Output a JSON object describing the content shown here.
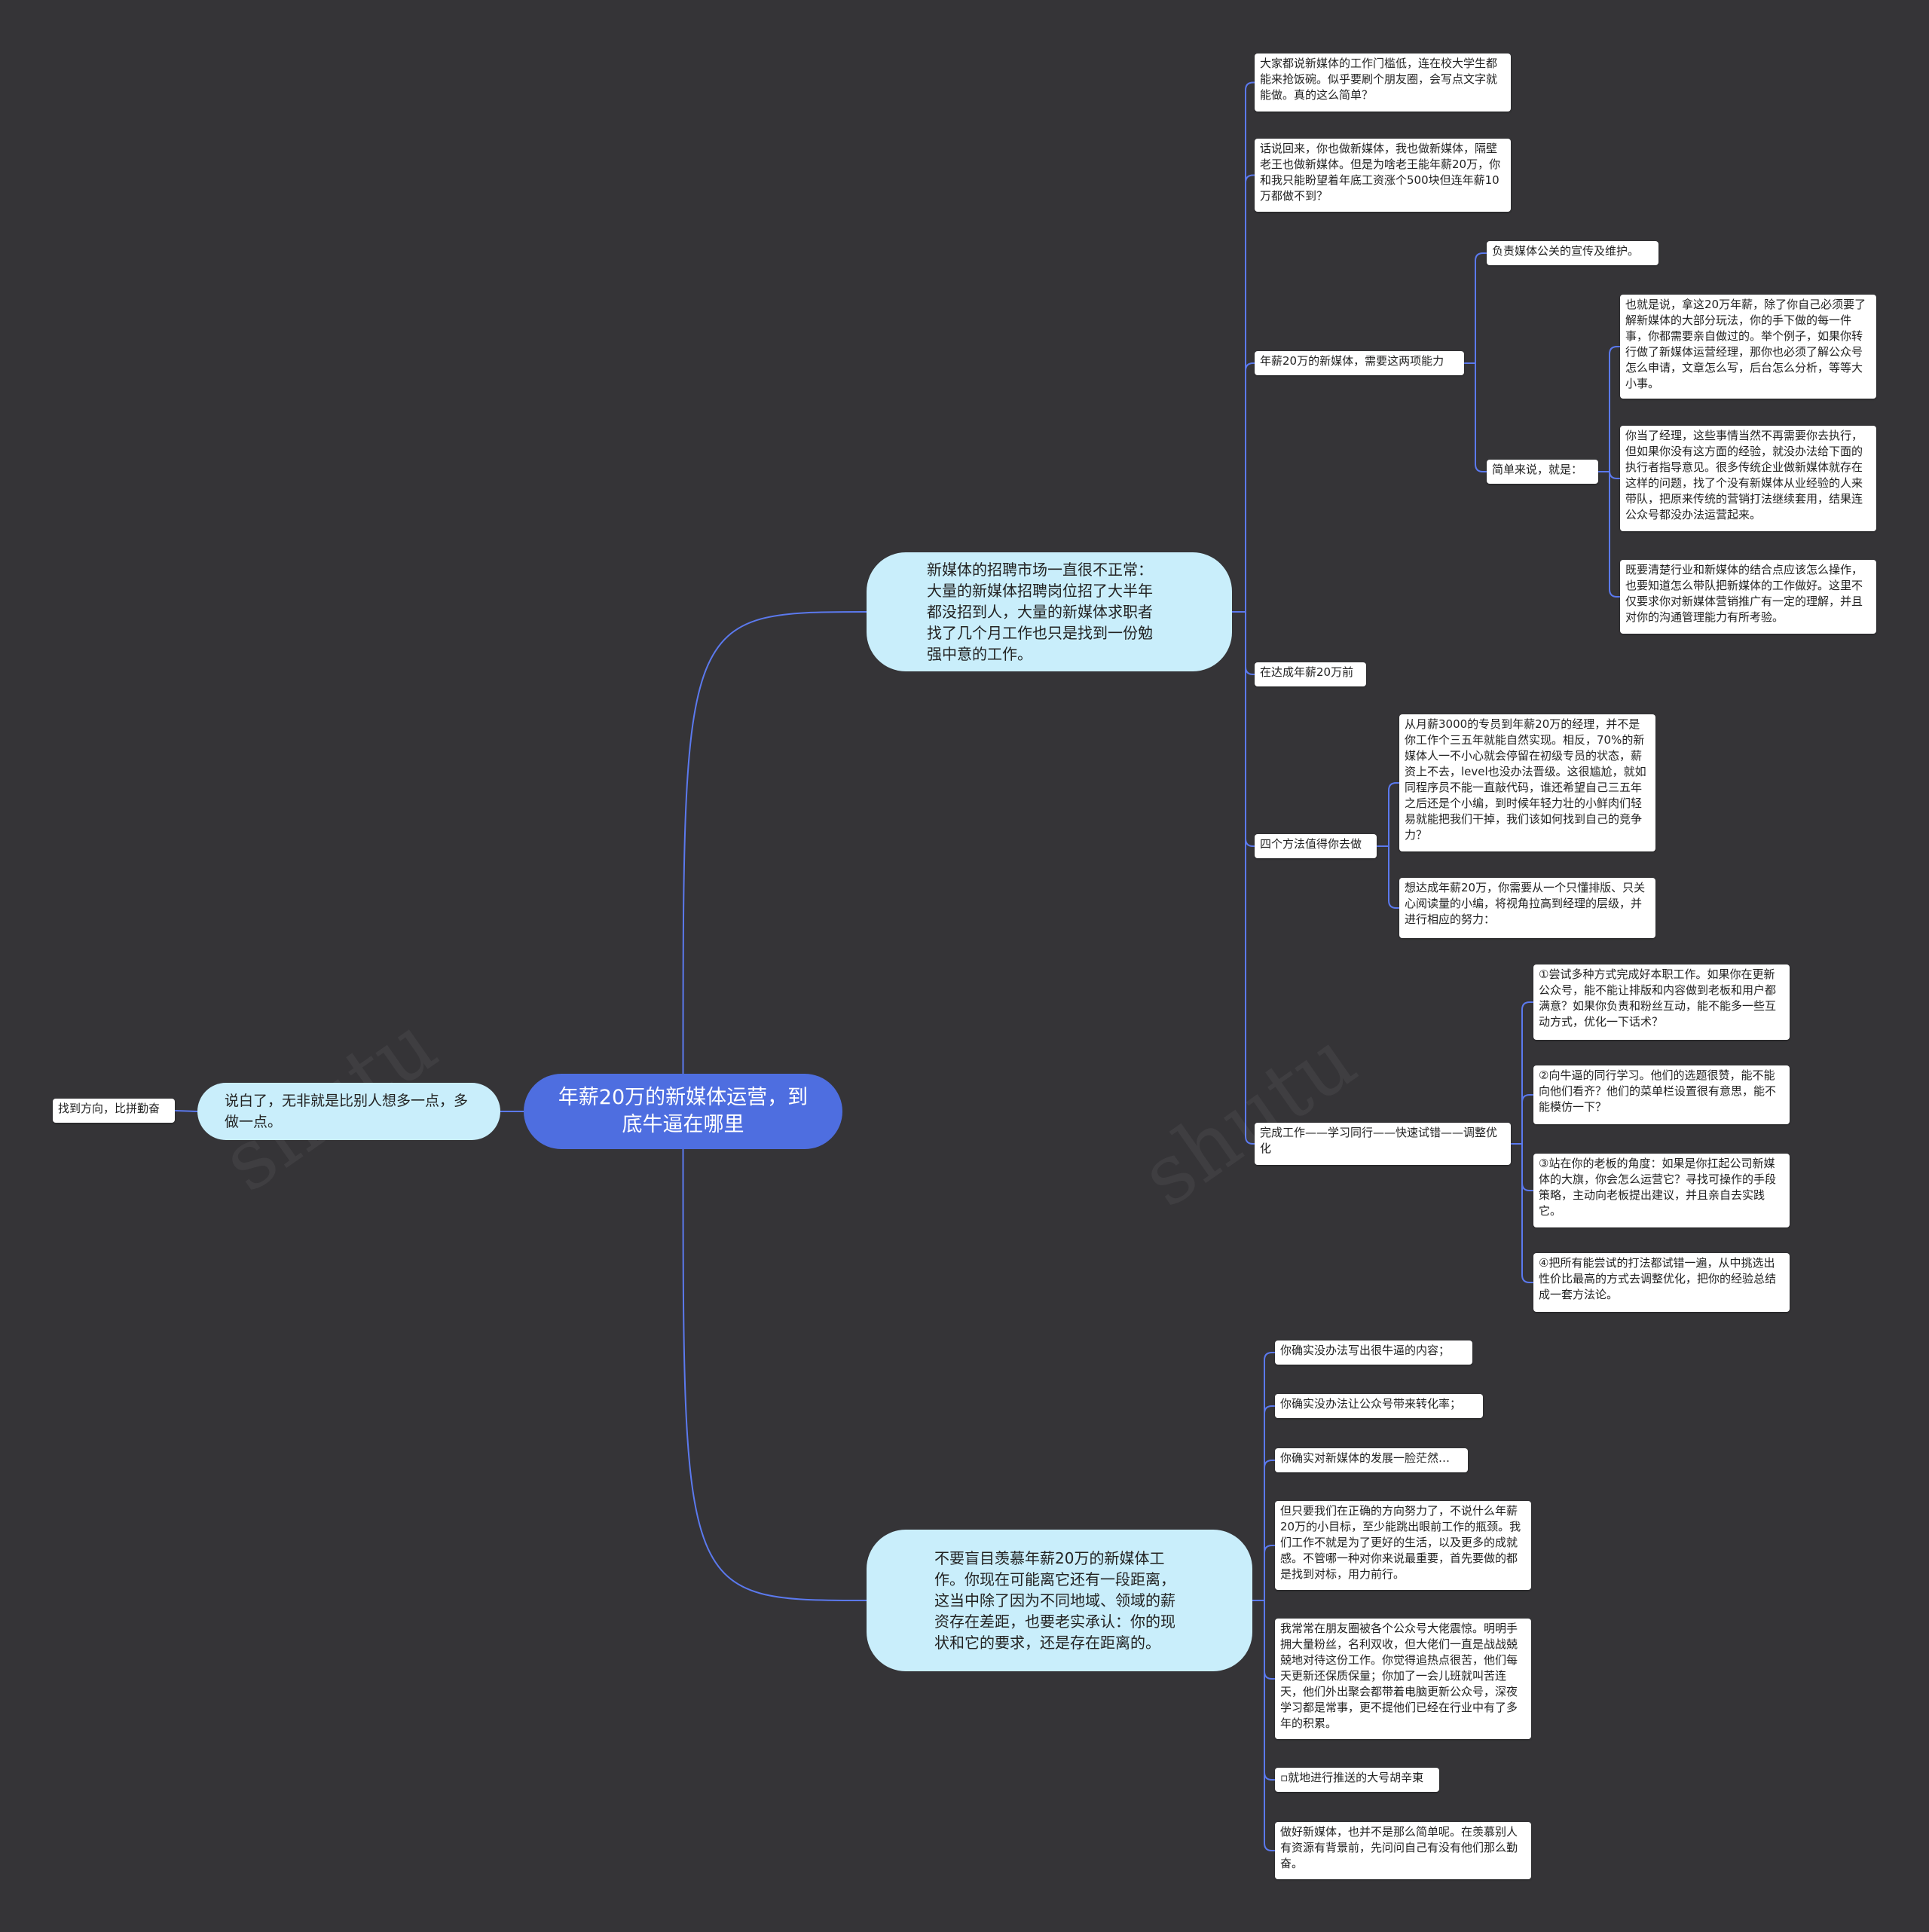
{
  "colors": {
    "background": "#353437",
    "root": "#4e6ee0",
    "branch": "#c9eefb",
    "leaf": "#ffffff",
    "line": "#5b79ee"
  },
  "root": {
    "text": "年薪20万的新媒体运营，到底牛逼在哪里"
  },
  "left": {
    "branch": "说白了，无非就是比别人想多一点，多做一点。",
    "leaf": "找到方向，比拼勤奋"
  },
  "upper": {
    "branch": "新媒体的招聘市场一直很不正常：大量的新媒体招聘岗位招了大半年都没招到人，大量的新媒体求职者找了几个月工作也只是找到一份勉强中意的工作。",
    "intro1": "大家都说新媒体的工作门槛低，连在校大学生都能来抢饭碗。似乎要刷个朋友圈，会写点文字就能做。真的这么简单？",
    "intro2": "话说回来，你也做新媒体，我也做新媒体，隔壁老王也做新媒体。但是为啥老王能年薪20万，你和我只能盼望着年底工资涨个500块但连年薪10万都做不到？",
    "ability": {
      "label": "年薪20万的新媒体，需要这两项能力",
      "pr": "负责媒体公关的宣传及维护。",
      "simple": {
        "label": "简单来说，就是：",
        "items": [
          "也就是说，拿这20万年薪，除了你自己必须要了解新媒体的大部分玩法，你的手下做的每一件事，你都需要亲自做过的。举个例子，如果你转行做了新媒体运营经理，那你也必须了解公众号怎么申请，文章怎么写，后台怎么分析，等等大小事。",
          "你当了经理，这些事情当然不再需要你去执行，但如果你没有这方面的经验，就没办法给下面的执行者指导意见。很多传统企业做新媒体就存在这样的问题，找了个没有新媒体从业经验的人来带队，把原来传统的营销打法继续套用，结果连公众号都没办法运营起来。",
          "既要清楚行业和新媒体的结合点应该怎么操作，也要知道怎么带队把新媒体的工作做好。这里不仅要求你对新媒体营销推广有一定的理解，并且对你的沟通管理能力有所考验。"
        ]
      }
    },
    "before": "在达成年薪20万前",
    "four": {
      "label": "四个方法值得你去做",
      "items": [
        "从月薪3000的专员到年薪20万的经理，并不是你工作个三五年就能自然实现。相反，70%的新媒体人一不小心就会停留在初级专员的状态，薪资上不去，level也没办法晋级。这很尴尬，就如同程序员不能一直敲代码，谁还希望自己三五年之后还是个小编，到时候年轻力壮的小鲜肉们轻易就能把我们干掉，我们该如何找到自己的竞争力？",
        "想达成年薪20万，你需要从一个只懂排版、只关心阅读量的小编，将视角拉高到经理的层级，并进行相应的努力："
      ]
    },
    "complete": {
      "label": "完成工作——学习同行——快速试错——调整优化",
      "items": [
        "①尝试多种方式完成好本职工作。如果你在更新公众号，能不能让排版和内容做到老板和用户都满意？如果你负责和粉丝互动，能不能多一些互动方式，优化一下话术？",
        "②向牛逼的同行学习。他们的选题很赞，能不能向他们看齐？他们的菜单栏设置很有意思，能不能模仿一下？",
        "③站在你的老板的角度：如果是你扛起公司新媒体的大旗，你会怎么运营它？寻找可操作的手段策略，主动向老板提出建议，并且亲自去实践它。",
        "④把所有能尝试的打法都试错一遍，从中挑选出性价比最高的方式去调整优化，把你的经验总结成一套方法论。"
      ]
    }
  },
  "lower": {
    "branch": "不要盲目羡慕年薪20万的新媒体工作。你现在可能离它还有一段距离，这当中除了因为不同地域、领域的薪资存在差距，也要老实承认：你的现状和它的要求，还是存在距离的。",
    "items": [
      "你确实没办法写出很牛逼的内容；",
      "你确实没办法让公众号带来转化率；",
      "你确实对新媒体的发展一脸茫然…",
      "但只要我们在正确的方向努力了，不说什么年薪20万的小目标，至少能跳出眼前工作的瓶颈。我们工作不就是为了更好的生活，以及更多的成就感。不管哪一种对你来说最重要，首先要做的都是找到对标，用力前行。",
      "我常常在朋友圈被各个公众号大佬震惊。明明手拥大量粉丝，名利双收，但大佬们一直是战战兢兢地对待这份工作。你觉得追热点很苦，他们每天更新还保质保量；你加了一会儿班就叫苦连天，他们外出聚会都带着电脑更新公众号，深夜学习都是常事，更不提他们已经在行业中有了多年的积累。",
      "▫就地进行推送的大号胡辛東",
      "做好新媒体，也并不是那么简单呢。在羡慕别人有资源有背景前，先问问自己有没有他们那么勤奋。"
    ]
  }
}
